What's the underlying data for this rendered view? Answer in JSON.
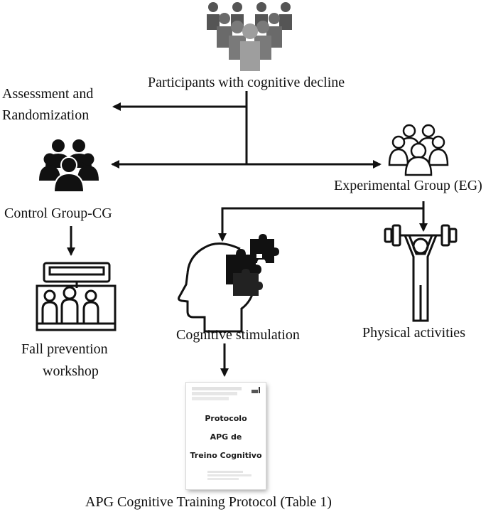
{
  "labels": {
    "participants": "Participants with cognitive decline",
    "assessment_line1": "Assessment and",
    "assessment_line2": "Randomization",
    "experimental_group": "Experimental Group (EG)",
    "control_group": "Control Group-CG",
    "cognitive_stimulation": "Cognitive stimulation",
    "physical_activities": "Physical activities",
    "fall_prevention_line1": "Fall prevention",
    "fall_prevention_line2": "workshop",
    "protocol_caption": "APG Cognitive Training Protocol (Table 1)"
  },
  "protocol_document": {
    "title_line1": "Protocolo",
    "title_line2": "APG de",
    "title_line3": "Treino Cognitivo"
  },
  "icons": {
    "participants": "crowd-icon",
    "control_group": "group-icon",
    "experimental_group": "group-icon",
    "fall_prevention": "classroom-icon",
    "cognitive_stimulation": "head-puzzle-icon",
    "physical_activities": "weightlifter-icon"
  }
}
